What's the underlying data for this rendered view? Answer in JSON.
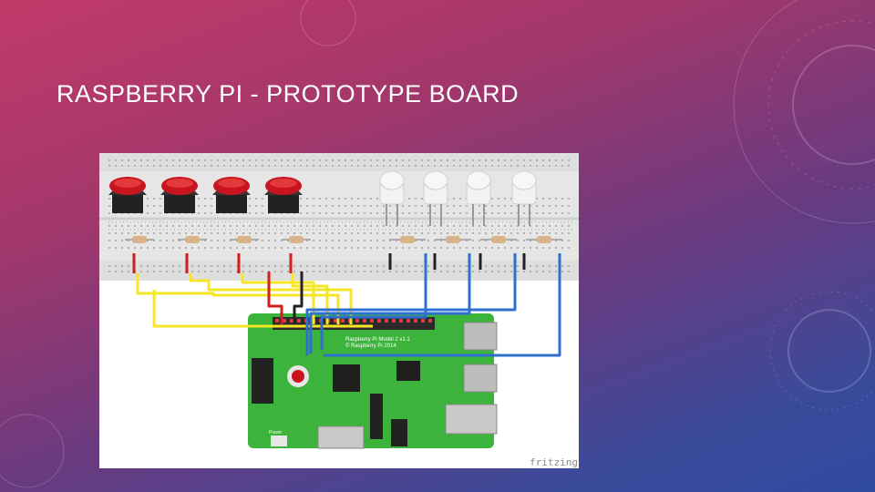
{
  "slide": {
    "title": "RASPBERRY PI - PROTOTYPE BOARD"
  },
  "diagram": {
    "board_label_line1": "Raspberry Pi Model 2 v1.1",
    "board_label_line2": "© Raspberry Pi 2014",
    "watermark": "fritzing",
    "power_label": "Power",
    "colors": {
      "breadboard": "#e6e6e6",
      "pi_board": "#3cb43c",
      "button_cap": "#c8141e",
      "wire_yellow": "#f5e626",
      "wire_blue": "#2e6fd0",
      "wire_red": "#d21e1e",
      "wire_black": "#222222"
    }
  }
}
